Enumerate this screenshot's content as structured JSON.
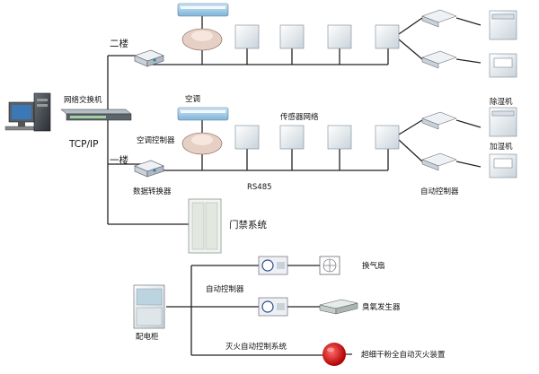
{
  "labels": {
    "network_switch": "网络交换机",
    "tcp_ip": "TCP/IP",
    "floor2": "二楼",
    "floor1": "一楼",
    "ac": "空调",
    "ac_controller": "空调控制器",
    "sensor_network": "传感器网络",
    "rs485": "RS485",
    "data_converter": "数据转换器",
    "auto_controller_top": "自动控制器",
    "dehumidifier": "除湿机",
    "humidifier": "加湿机",
    "access_control": "门禁系统",
    "auto_controller_bottom": "自动控制器",
    "exhaust_fan": "换气扇",
    "ozone_generator": "臭氧发生器",
    "distribution_cabinet": "配电柜",
    "fire_control_system": "灭火自动控制系统",
    "fire_device": "超细干粉全自动灭火装置"
  },
  "colors": {
    "line": "#222222",
    "device_light": "#e8eef2",
    "device_shadow": "#9aa6b0",
    "fire_red": "#d01818"
  },
  "icons": [
    "computer-icon",
    "switch-icon",
    "ac-unit-icon",
    "sensor-icon",
    "controller-icon",
    "dehumidifier-icon",
    "humidifier-icon",
    "door-icon",
    "cabinet-icon",
    "fan-icon",
    "ozone-icon",
    "extinguisher-icon"
  ]
}
